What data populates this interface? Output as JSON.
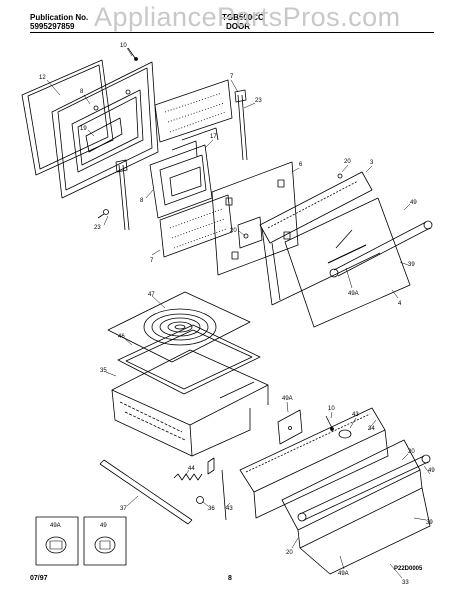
{
  "header": {
    "publication_label": "Publication No.",
    "publication_number": "5995297859",
    "model": "TGB500CC",
    "section": "DOOR"
  },
  "watermark": "AppliancePartsPros.com",
  "labels": {
    "p10a": "10",
    "p12": "12",
    "p8a": "8",
    "p7a": "7",
    "p23a": "23",
    "p19": "19",
    "p17": "17",
    "p8b": "8",
    "p6": "6",
    "p20a": "20",
    "p3": "3",
    "p23b": "23",
    "p20b": "20",
    "p49a": "49",
    "p7b": "7",
    "p39a": "39",
    "p49Aa": "49A",
    "p4": "4",
    "p47": "47",
    "p46": "46",
    "p35": "35",
    "p49Ab": "49A",
    "p10b": "10",
    "p43a": "43",
    "p34": "34",
    "p44": "44",
    "p20c": "20",
    "p49b": "49",
    "p37": "37",
    "p36": "36",
    "p43b": "43",
    "p39b": "39",
    "p20d": "20",
    "p49Ac": "49A",
    "p33": "33"
  },
  "insets": {
    "left": "49A",
    "right": "49"
  },
  "footer": {
    "date": "07/97",
    "page": "8",
    "code": "P22D0005"
  }
}
